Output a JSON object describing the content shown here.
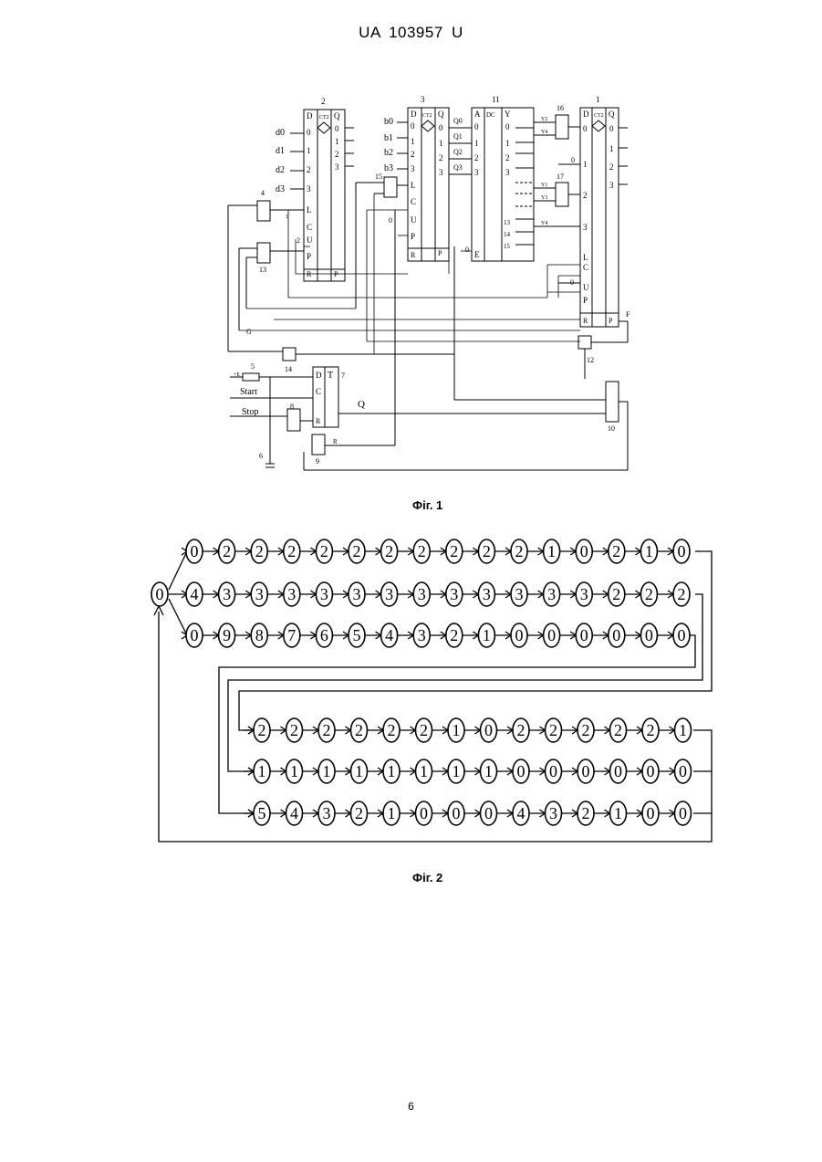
{
  "header": {
    "title": "UA   103957   U"
  },
  "figure1": {
    "caption": "Фіг. 1",
    "block_numbers": [
      "2",
      "3",
      "11",
      "16",
      "1",
      "4",
      "13",
      "15",
      "17",
      "14",
      "5",
      "7",
      "8",
      "6",
      "9",
      "12",
      "10"
    ],
    "block2": {
      "id": "2",
      "type": "CT2",
      "left_labels": [
        "D",
        "0",
        "1",
        "2",
        "3",
        "L",
        "C",
        "U",
        "P",
        "R"
      ],
      "right_labels": [
        "Q",
        "0",
        "1",
        "2",
        "3",
        "P"
      ]
    },
    "block3": {
      "id": "3",
      "type": "CT2",
      "left_labels": [
        "D",
        "0",
        "1",
        "2",
        "3",
        "L",
        "C",
        "U",
        "P",
        "R"
      ],
      "right_labels": [
        "Q",
        "0",
        "1",
        "2",
        "3",
        "P"
      ]
    },
    "block11": {
      "id": "11",
      "type": "DC",
      "left_labels": [
        "A",
        "0",
        "1",
        "2",
        "3",
        "E"
      ],
      "right_labels": [
        "Y",
        "0",
        "1",
        "2",
        "3",
        "13",
        "14",
        "15"
      ]
    },
    "block1": {
      "id": "1",
      "type": "CT2",
      "left_labels": [
        "D",
        "0",
        "1",
        "2",
        "3",
        "L",
        "C",
        "U",
        "P",
        "R"
      ],
      "right_labels": [
        "Q",
        "0",
        "1",
        "2",
        "3",
        "P"
      ]
    },
    "inputs_d": [
      "d0",
      "d1",
      "d2",
      "d3"
    ],
    "inputs_b": [
      "b0",
      "b1",
      "b2",
      "b3"
    ],
    "signals_q": [
      "Q0",
      "Q1",
      "Q2",
      "Q3"
    ],
    "signals_y": [
      "Y2",
      "Y4",
      "Y1",
      "Y3",
      "Y4"
    ],
    "labels": {
      "start": "Start",
      "stop": "Stop",
      "q": "Q",
      "f": "F",
      "g": "G",
      "plus_e": "+E",
      "trigger": "T",
      "d": "D",
      "c": "C",
      "r": "R"
    }
  },
  "figure2": {
    "caption": "Фіг. 2",
    "start_node": "0",
    "rows": [
      [
        "0",
        "2",
        "2",
        "2",
        "2",
        "2",
        "2",
        "2",
        "2",
        "2",
        "2",
        "1",
        "0",
        "2",
        "1",
        "0"
      ],
      [
        "4",
        "3",
        "3",
        "3",
        "3",
        "3",
        "3",
        "3",
        "3",
        "3",
        "3",
        "3",
        "3",
        "2",
        "2",
        "2"
      ],
      [
        "0",
        "9",
        "8",
        "7",
        "6",
        "5",
        "4",
        "3",
        "2",
        "1",
        "0",
        "0",
        "0",
        "0",
        "0",
        "0"
      ],
      [
        "2",
        "2",
        "2",
        "2",
        "2",
        "2",
        "1",
        "0",
        "2",
        "2",
        "2",
        "2",
        "2",
        "1"
      ],
      [
        "1",
        "1",
        "1",
        "1",
        "1",
        "1",
        "1",
        "1",
        "0",
        "0",
        "0",
        "0",
        "0",
        "0"
      ],
      [
        "5",
        "4",
        "3",
        "2",
        "1",
        "0",
        "0",
        "0",
        "4",
        "3",
        "2",
        "1",
        "0",
        "0"
      ]
    ]
  },
  "page_number": "6"
}
